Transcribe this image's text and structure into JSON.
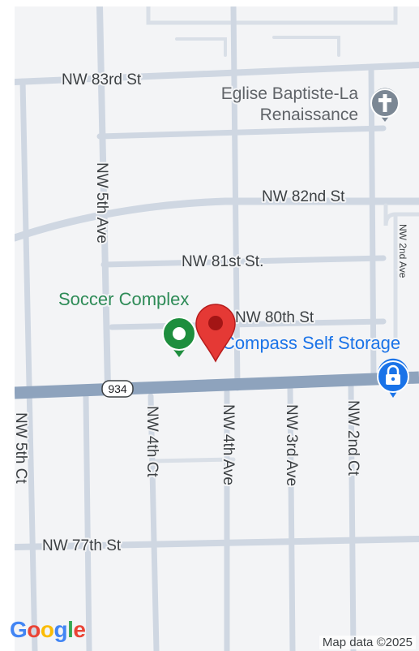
{
  "streets": {
    "nw_83rd_st": "NW 83rd St",
    "nw_82nd_st": "NW 82nd St",
    "nw_81st_st": "NW 81st St.",
    "nw_80th_st": "NW 80th St",
    "nw_77th_st": "NW 77th St",
    "nw_5th_ave": "NW 5th Ave",
    "nw_2nd_ave": "NW 2nd Ave",
    "nw_5th_ct": "NW 5th Ct",
    "nw_4th_ct": "NW 4th Ct",
    "nw_4th_ave": "NW 4th Ave",
    "nw_3rd_ave": "NW 3rd Ave",
    "nw_2nd_ct": "NW 2nd Ct"
  },
  "route_shield": "934",
  "pois": {
    "church_line1": "Eglise Baptiste-La",
    "church_line2": "Renaissance",
    "park": "Soccer Complex",
    "storage": "Compass Self Storage"
  },
  "icons": {
    "church": "cross-icon",
    "park": "tree-icon",
    "storage": "lock-icon",
    "pin": "map-pin-icon"
  },
  "colors": {
    "map_background": "#f3f4f6",
    "road": "#cfd7e2",
    "highway": "#8ea3bd",
    "pin": "#e53935",
    "park": "#1e8e3e",
    "storage": "#1a73e8",
    "church": "#7b8794"
  },
  "logo": {
    "text": "Google",
    "letters": [
      "G",
      "o",
      "o",
      "g",
      "l",
      "e"
    ],
    "colors": [
      "#4285F4",
      "#EA4335",
      "#FBBC05",
      "#4285F4",
      "#34A853",
      "#EA4335"
    ]
  },
  "attribution": "Map data ©2025"
}
